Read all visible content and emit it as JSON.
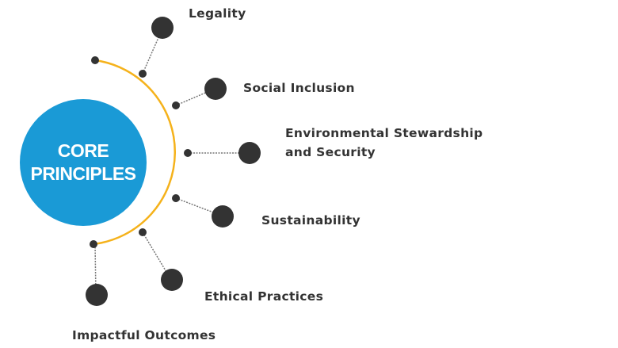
{
  "diagram": {
    "center": {
      "line1": "CORE",
      "line2": "PRINCIPLES",
      "color": "#1a9ad6"
    },
    "arc_color": "#f5b21b",
    "node_color": "#333333",
    "connector_color": "#777777",
    "principles": [
      {
        "label": "Legality"
      },
      {
        "label": "Social Inclusion"
      },
      {
        "label_line1": "Environmental Stewardship",
        "label_line2": "and Security"
      },
      {
        "label": "Sustainability"
      },
      {
        "label": "Ethical Practices"
      },
      {
        "label": "Impactful Outcomes"
      }
    ]
  }
}
